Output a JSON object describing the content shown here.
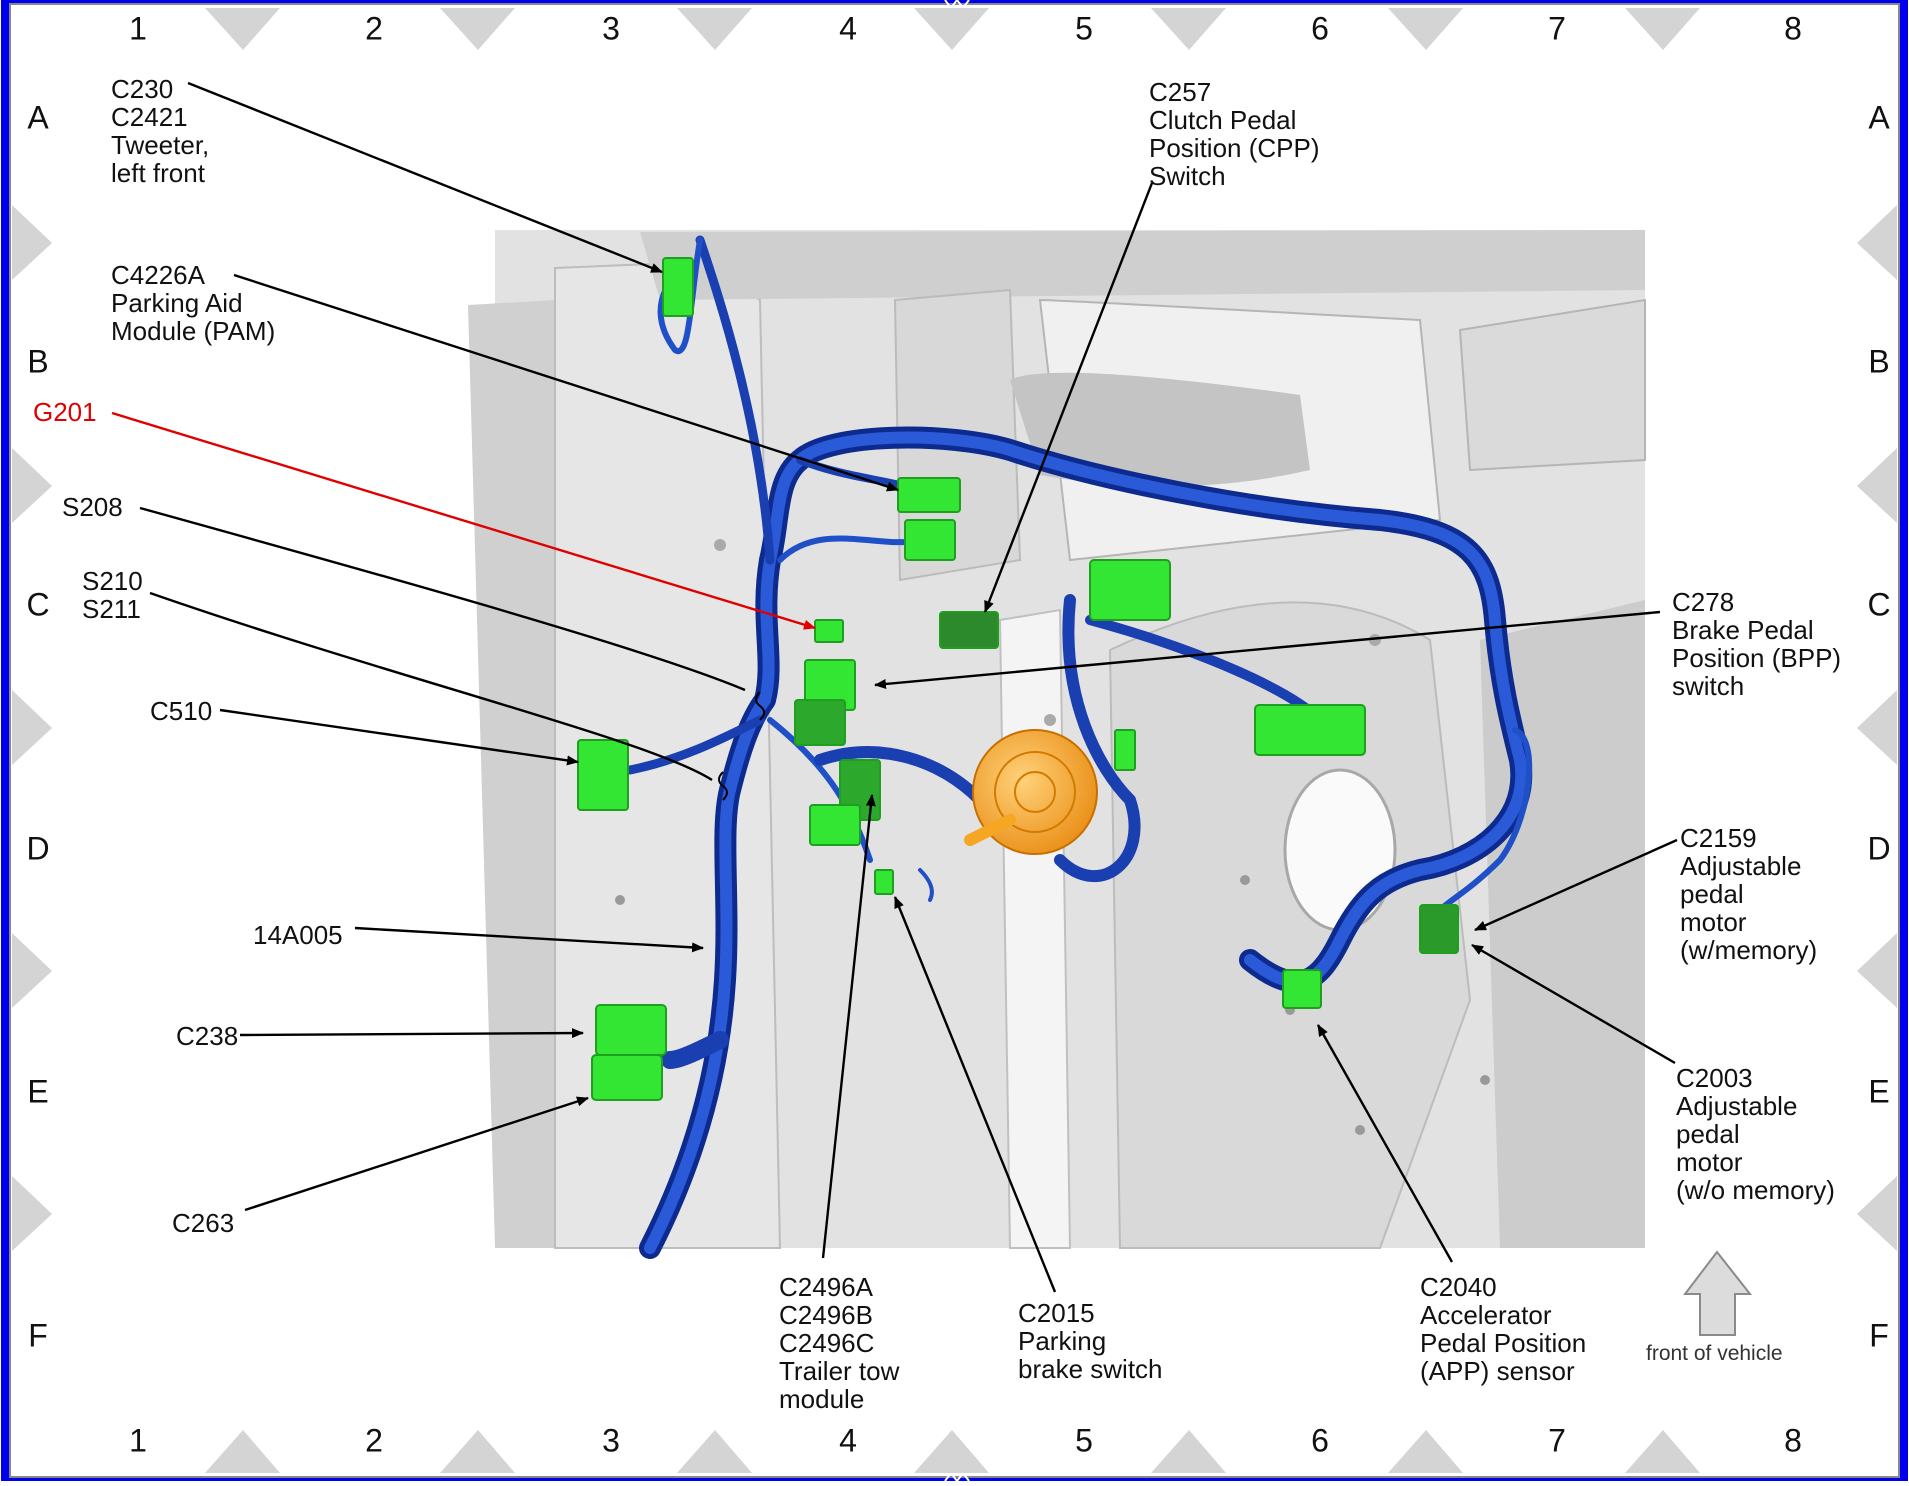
{
  "grid": {
    "columns": [
      "1",
      "2",
      "3",
      "4",
      "5",
      "6",
      "7",
      "8"
    ],
    "rows": [
      "A",
      "B",
      "C",
      "D",
      "E",
      "F"
    ]
  },
  "callouts": {
    "c230": "C230\nC2421\nTweeter,\nleft front",
    "c4226a": "C4226A\nParking Aid\nModule (PAM)",
    "g201": "G201",
    "s208": "S208",
    "s210": "S210\nS211",
    "c510": "C510",
    "harness_14a005": "14A005",
    "c238": "C238",
    "c263": "C263",
    "c2496": "C2496A\nC2496B\nC2496C\nTrailer tow\nmodule",
    "c2015": "C2015\nParking\nbrake switch",
    "c2040": "C2040\nAccelerator\nPedal Position\n(APP) sensor",
    "c257": "C257\nClutch Pedal\nPosition (CPP)\nSwitch",
    "c278": "C278\nBrake Pedal\nPosition (BPP)\nswitch",
    "c2159": "C2159\nAdjustable\npedal\nmotor\n(w/memory)",
    "c2003": "C2003\nAdjustable\npedal\nmotor\n(w/o memory)"
  },
  "orientation_label": "front of vehicle",
  "colors": {
    "frame_blue": "#0000ee",
    "harness_blue": "#1a3fb0",
    "connector_green": "#33e633",
    "ground_highlight": "#e00000",
    "switch_orange": "#f5a623"
  }
}
